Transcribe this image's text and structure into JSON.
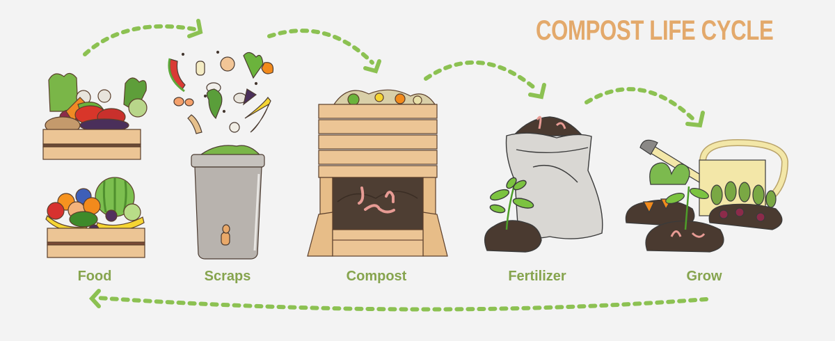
{
  "infographic": {
    "title": "COMPOST LIFE CYCLE",
    "colors": {
      "background": "#f3f3f3",
      "title": "#e3a96b",
      "label": "#86a44e",
      "arrow": "#8cc152",
      "wood": "#ecc595",
      "wood_dark": "#6b4a36",
      "soil": "#4a3a30",
      "bin_gray": "#b8b3ae",
      "sack": "#d9d7d3",
      "can_yellow": "#f3e7a8"
    },
    "stages": [
      {
        "label": "Food",
        "icon": "produce-crates-icon"
      },
      {
        "label": "Scraps",
        "icon": "scrap-bin-icon"
      },
      {
        "label": "Compost",
        "icon": "compost-box-icon"
      },
      {
        "label": "Fertilizer",
        "icon": "fertilizer-sack-icon"
      },
      {
        "label": "Grow",
        "icon": "garden-plants-icon"
      }
    ],
    "arrows": [
      {
        "from": "Food",
        "to": "Scraps"
      },
      {
        "from": "Scraps",
        "to": "Compost"
      },
      {
        "from": "Compost",
        "to": "Fertilizer"
      },
      {
        "from": "Fertilizer",
        "to": "Grow"
      },
      {
        "from": "Grow",
        "to": "Food"
      }
    ]
  }
}
